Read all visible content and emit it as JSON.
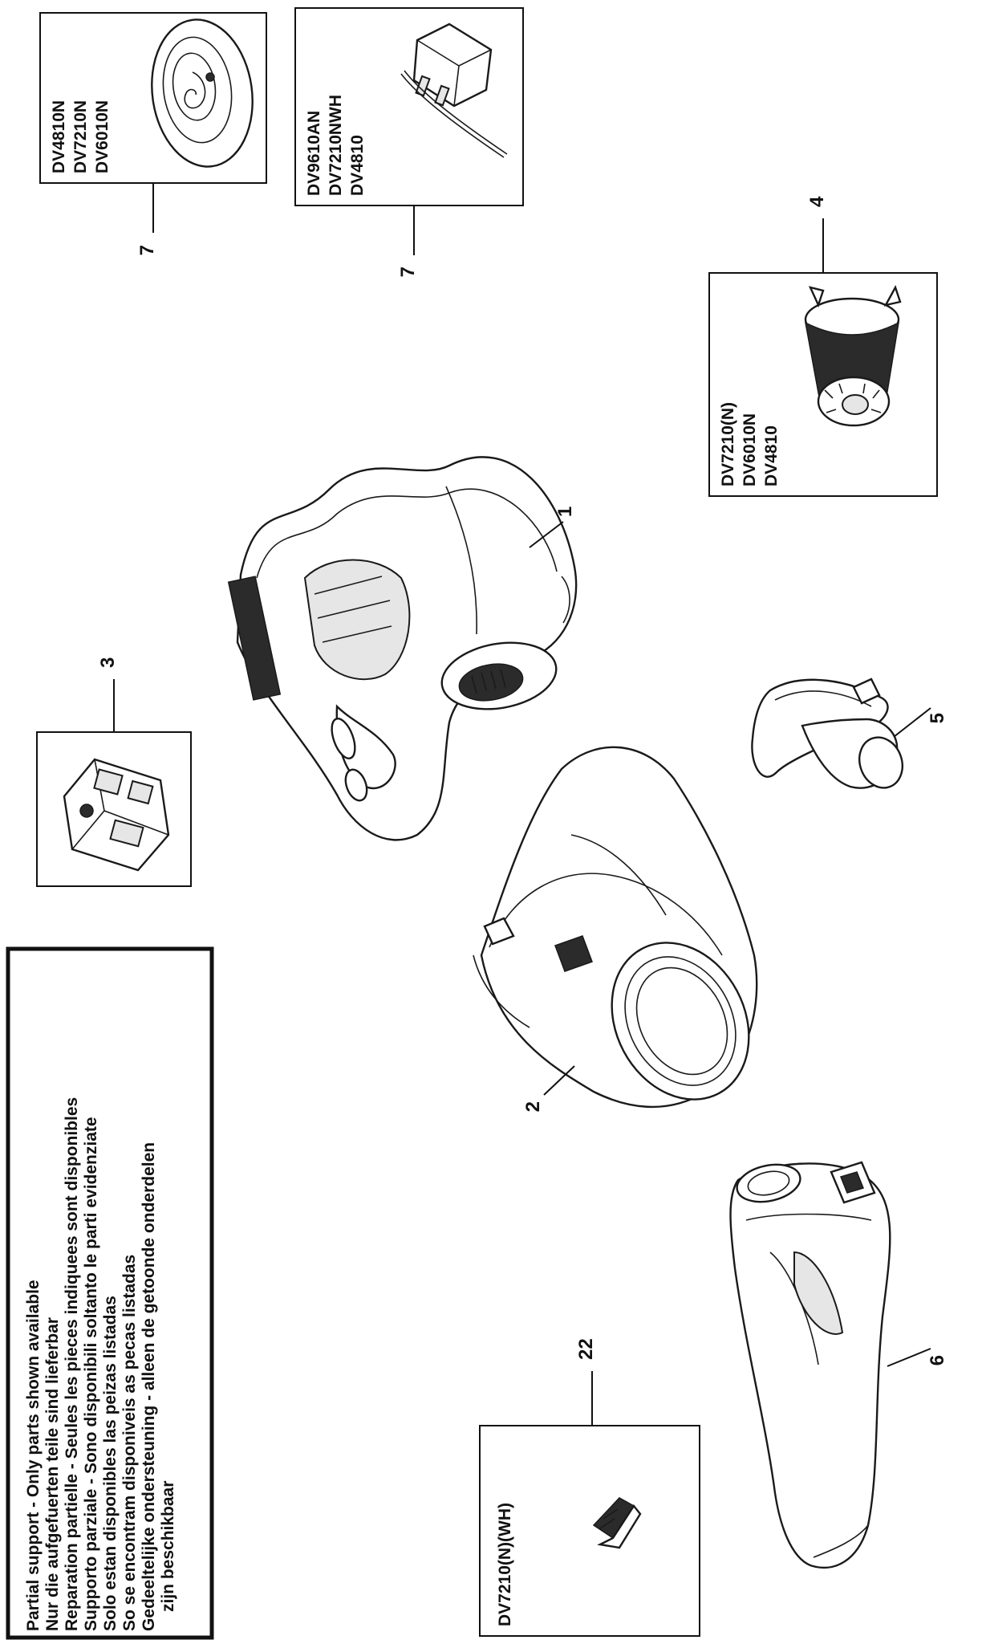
{
  "support_notice": [
    "Partial support - Only parts shown available",
    "Nur die aufgefuerten teile sind lieferbar",
    "Reparation partielle - Seules les pieces indiquees sont disponibles",
    "Supporto parziale - Sono disponibili soltanto le parti evidenziate",
    "Solo estan disponibles las peizas listadas",
    "So se encontram disponiveis as pecas listadas",
    "Gedeeltelijke ondersteuning - alleen de getoonde onderdelen",
    "zijn beschikbaar"
  ],
  "callouts": {
    "filter_disc": "7",
    "charger": "7",
    "motor": "3",
    "filter_cartridge": "4",
    "housing": "1",
    "bowl": "2",
    "pre_filter": "5",
    "nozzle": "6",
    "latch": "22"
  },
  "boxes": {
    "filter_disc_models": [
      "DV4810N",
      "DV7210N",
      "DV6010N"
    ],
    "charger_models": [
      "DV9610AN",
      "DV7210NWH",
      "DV4810"
    ],
    "filter_models": [
      "DV7210(N)",
      "DV6010N",
      "DV4810"
    ],
    "latch_models": [
      "DV7210(N)(WH)"
    ]
  }
}
